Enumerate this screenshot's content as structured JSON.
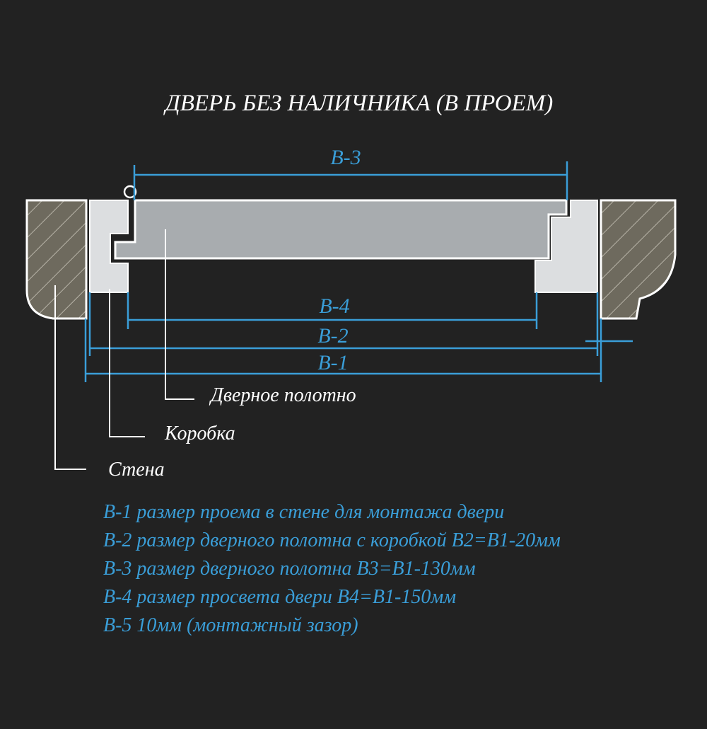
{
  "title": "ДВЕРЬ БЕЗ НАЛИЧНИКА (В ПРОЕМ)",
  "dimensions": {
    "b3": "B-3",
    "b4": "B-4",
    "b2": "B-2",
    "b1": "B-1"
  },
  "labels": {
    "door_leaf": "Дверное полотно",
    "frame": "Коробка",
    "wall": "Стена"
  },
  "legend": [
    "B-1 размер проема в стене для монтажа двери",
    "B-2 размер дверного полотна с коробкой B2=B1-20мм",
    "B-3 размер дверного полотна B3=B1-130мм",
    "B-4 размер просвета двери B4=B1-150мм",
    "B-5 10мм (монтажный зазор)"
  ],
  "colors": {
    "background": "#222222",
    "wall": "#6e6a5e",
    "frame": "#dcdee0",
    "door": "#a8acaf",
    "dimension": "#3a9ed8",
    "text": "#ffffff"
  }
}
